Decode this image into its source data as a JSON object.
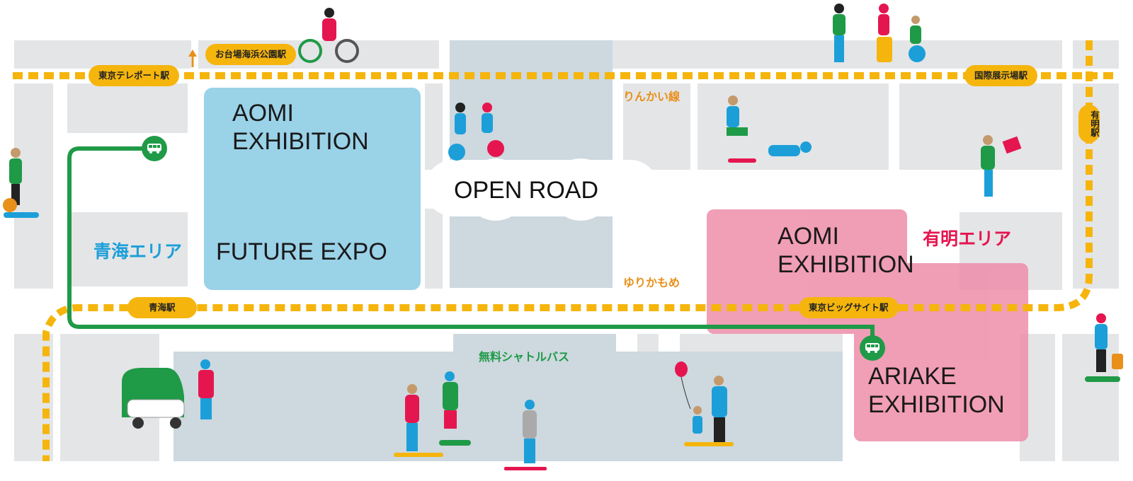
{
  "colors": {
    "block": "#e4e5e7",
    "plaza": "#cdd8df",
    "rail": "#f5b50c",
    "shuttle": "#1f9a47",
    "aomi_area": "#8fcde6",
    "ariake_area": "#ee8daa",
    "aomi_text": "#1c9fd8",
    "ariake_text": "#e5164f"
  },
  "venues": {
    "aomi_exhibition_west": "AOMI\nEXHIBITION",
    "future_expo": "FUTURE EXPO",
    "open_road": "OPEN ROAD",
    "aomi_exhibition_east": "AOMI\nEXHIBITION",
    "ariake_exhibition": "ARIAKE\nEXHIBITION"
  },
  "areas": {
    "aomi": "青海エリア",
    "ariake": "有明エリア"
  },
  "lines": {
    "rinkai": "りんかい線",
    "yurikamome": "ゆりかもめ",
    "shuttle": "無料シャトルバス"
  },
  "stations": {
    "tokyo_teleport": "東京テレポート駅",
    "odaiba_kaihin_koen": "お台場海浜公園駅",
    "kokusai_tenjijo": "国際展示場駅",
    "ariake": "有明駅",
    "aomi": "青海駅",
    "tokyo_big_sight": "東京ビッグサイト駅"
  },
  "icons": [
    "bus-stop-icon",
    "up-arrow-icon",
    "person-figure-icon",
    "balloon-icon",
    "robot-dog-icon",
    "mobility-pod-icon"
  ]
}
